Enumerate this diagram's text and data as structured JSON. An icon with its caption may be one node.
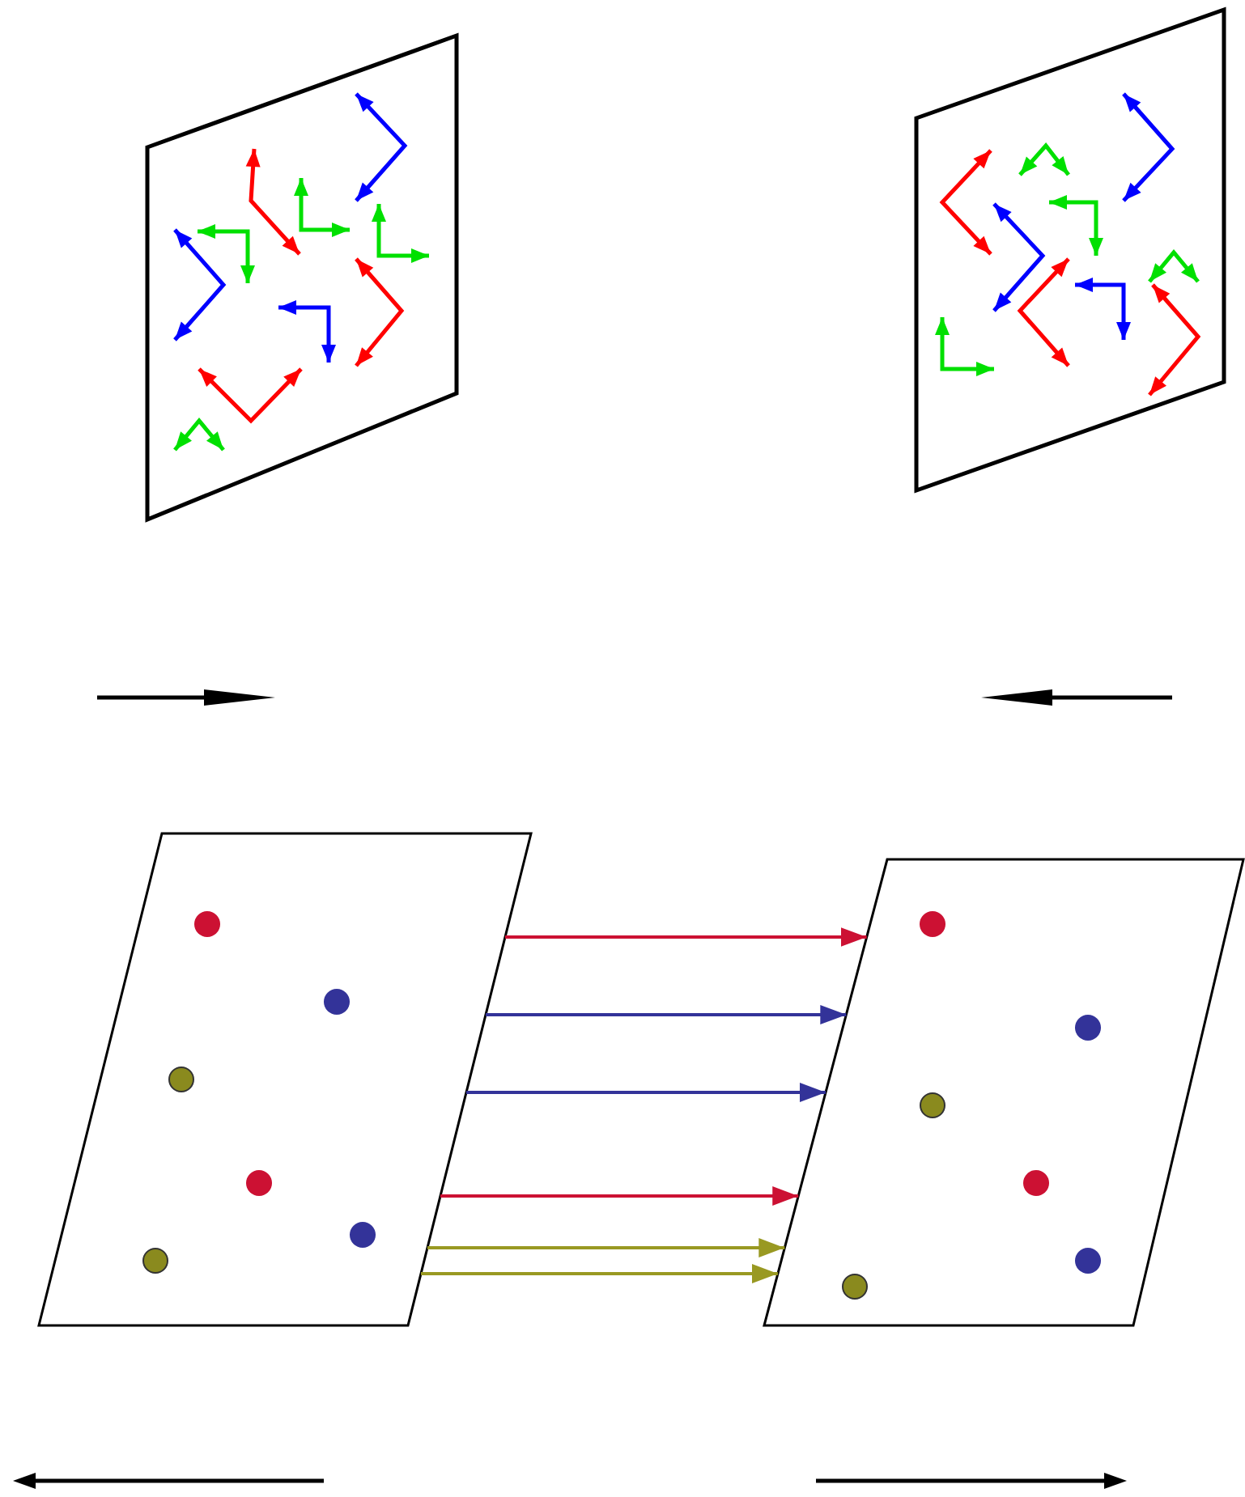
{
  "diagram": {
    "nodes": [
      {
        "text": [],
        "shape": "box"
      },
      {
        "text": [],
        "shape": "box"
      },
      {
        "text": [],
        "shape": "box"
      },
      {
        "text": [],
        "shape": "circle",
        "in": 2
      },
      {
        "text": [],
        "shape": "circle",
        "in": 2
      },
      {
        "text": [],
        "shape": "circle",
        "in": 2
      },
      {
        "text": [],
        "shape": "circle",
        "in": 2
      },
      {
        "text": [],
        "shape": "circle",
        "in": 2
      },
      {
        "text": [],
        "shape": "circle",
        "in": 2
      },
      {
        "text": [],
        "shape": "box"
      },
      {
        "text": [],
        "shape": "circle",
        "in": 9
      },
      {
        "text": [],
        "shape": "circle",
        "in": 9
      },
      {
        "text": [],
        "shape": "circle",
        "in": 9
      },
      {
        "text": [],
        "shape": "circle",
        "in": 9
      },
      {
        "text": [],
        "shape": "circle",
        "in": 9
      },
      {
        "text": [],
        "shape": "circle",
        "in": 9
      }
    ],
    "edges": [
      {
        "from": 2,
        "to": 9,
        "arrow": "to",
        "color": "#cc1133"
      },
      {
        "from": 2,
        "to": 9,
        "arrow": "to",
        "color": "#333399"
      },
      {
        "from": 2,
        "to": 9,
        "arrow": "to",
        "color": "#333399"
      },
      {
        "from": 2,
        "to": 9,
        "arrow": "to",
        "color": "#cc1133"
      },
      {
        "from": 2,
        "to": 9,
        "arrow": "to",
        "color": "#999922"
      },
      {
        "from": 2,
        "to": 9,
        "arrow": "to",
        "color": "#999922"
      }
    ]
  }
}
